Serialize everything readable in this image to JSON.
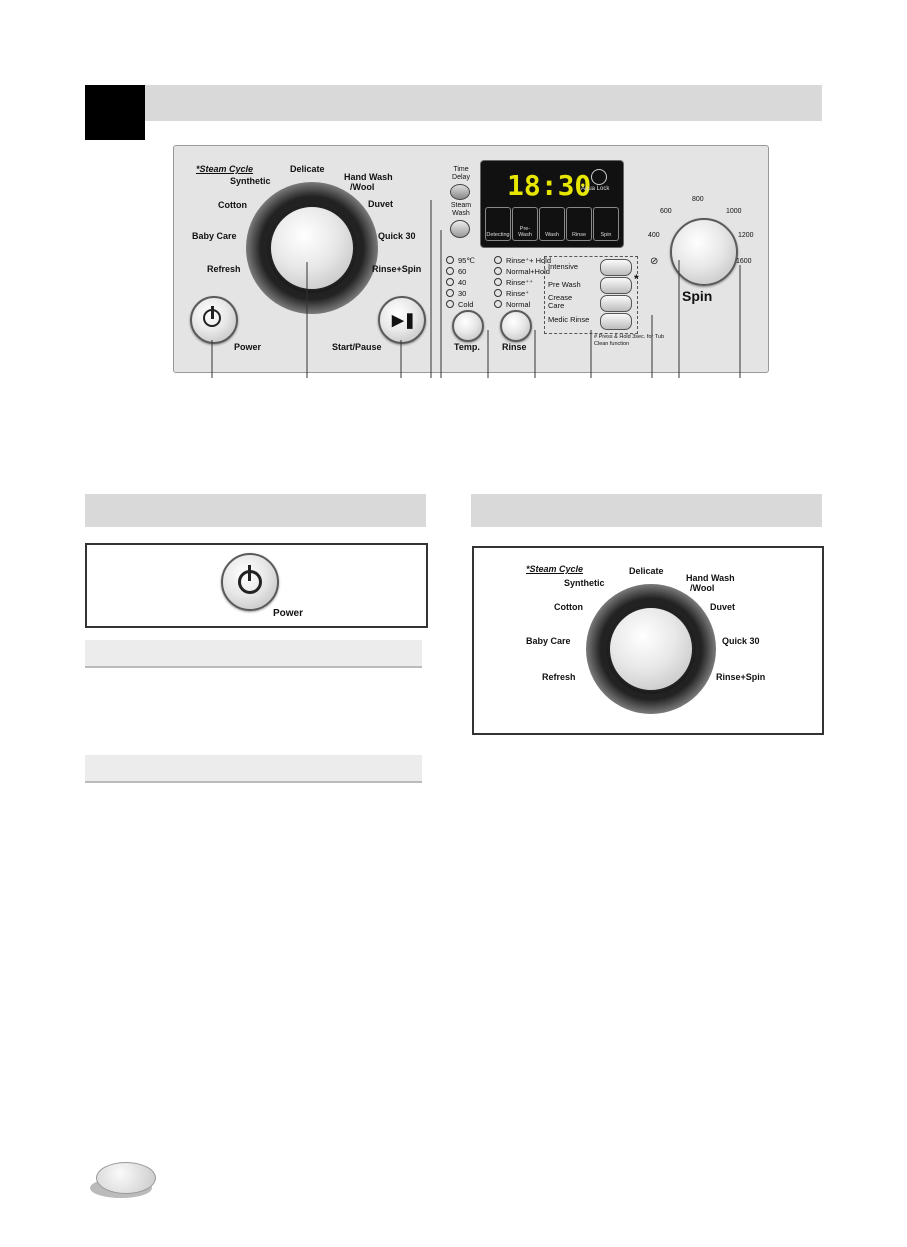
{
  "colors": {
    "accent_display": "#e6e600",
    "bar_gray": "#d9d9d9",
    "panel_bg": "#e4e4e4"
  },
  "panel": {
    "program_dial": {
      "steam_cycle": "*Steam Cycle",
      "programs": [
        "Synthetic",
        "Delicate",
        "Hand Wash",
        "/Wool",
        "Duvet",
        "Quick 30",
        "Rinse+Spin",
        "Refresh",
        "Baby Care",
        "Cotton"
      ]
    },
    "power_label": "Power",
    "start_pause_label": "Start/Pause",
    "time_delay": "Time Delay",
    "steam_wash": "Steam Wash",
    "display": {
      "digits": "18:30",
      "aqua_lock": "Aqua Lock",
      "boxes": [
        "Detecting",
        "Pre-Wash",
        "Wash",
        "Rinse",
        "Spin"
      ]
    },
    "temp_options": [
      "95℃",
      "60",
      "40",
      "30",
      "Cold"
    ],
    "temp_label": "Temp.",
    "rinse_options": [
      "Rinse⁺+ Hold",
      "Normal+Hold",
      "Rinse⁺⁺",
      "Rinse⁺",
      "Normal"
    ],
    "rinse_label": "Rinse",
    "option_buttons": [
      "Intensive",
      "Pre Wash",
      "Crease Care",
      "Medic Rinse"
    ],
    "option_note": "# Press & Hold 3sec. for Tub Clean function",
    "spin_speeds": [
      "400",
      "600",
      "800",
      "1000",
      "1200",
      "1600"
    ],
    "spin_label": "Spin"
  },
  "power_section": {
    "power_label": "Power"
  },
  "dial_section": {
    "steam_cycle": "*Steam Cycle",
    "programs": [
      "Synthetic",
      "Delicate",
      "Hand Wash",
      "/Wool",
      "Duvet",
      "Quick 30",
      "Rinse+Spin",
      "Refresh",
      "Baby Care",
      "Cotton"
    ]
  }
}
